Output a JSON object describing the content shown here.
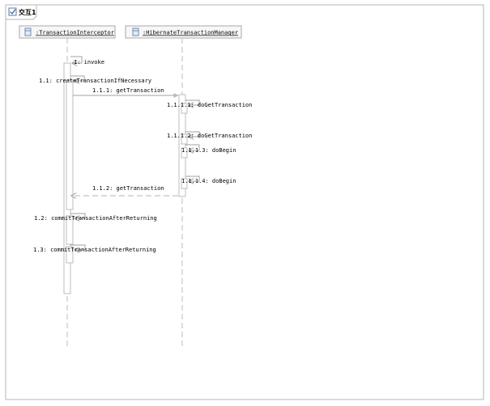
{
  "diagram": {
    "title": "交互1",
    "lifelines": [
      {
        "id": "tx_interceptor",
        "name": ":TransactionInterceptor"
      },
      {
        "id": "tx_manager",
        "name": ":HibernateTransactionManager"
      }
    ],
    "messages": [
      {
        "seq": "1",
        "label": "invoke",
        "text": "1: invoke",
        "kind": "self"
      },
      {
        "seq": "1.1",
        "label": "createTransactionIfNecessary",
        "text": "1.1: createTransactionIfNecessary",
        "kind": "self"
      },
      {
        "seq": "1.1.1",
        "label": "getTransaction",
        "text": "1.1.1: getTransaction",
        "kind": "call",
        "from": "tx_interceptor",
        "to": "tx_manager"
      },
      {
        "seq": "1.1.1.1",
        "label": "doGetTransaction",
        "text": "1.1.1.1: doGetTransaction",
        "kind": "self"
      },
      {
        "seq": "1.1.1.2",
        "label": "doGetTransaction",
        "text": "1.1.1.2: doGetTransaction",
        "kind": "self"
      },
      {
        "seq": "1.1.1.3",
        "label": "doBegin",
        "text": "1.1.1.3: doBegin",
        "kind": "self"
      },
      {
        "seq": "1.1.1.4",
        "label": "doBegin",
        "text": "1.1.1.4: doBegin",
        "kind": "self"
      },
      {
        "seq": "1.1.2",
        "label": "getTransaction",
        "text": "1.1.2: getTransaction",
        "kind": "return",
        "from": "tx_manager",
        "to": "tx_interceptor"
      },
      {
        "seq": "1.2",
        "label": "commitTransactionAfterReturning",
        "text": "1.2: commitTransactionAfterReturning",
        "kind": "self"
      },
      {
        "seq": "1.3",
        "label": "commitTransactionAfterReturning",
        "text": "1.3: commitTransactionAfterReturning",
        "kind": "self"
      }
    ]
  }
}
